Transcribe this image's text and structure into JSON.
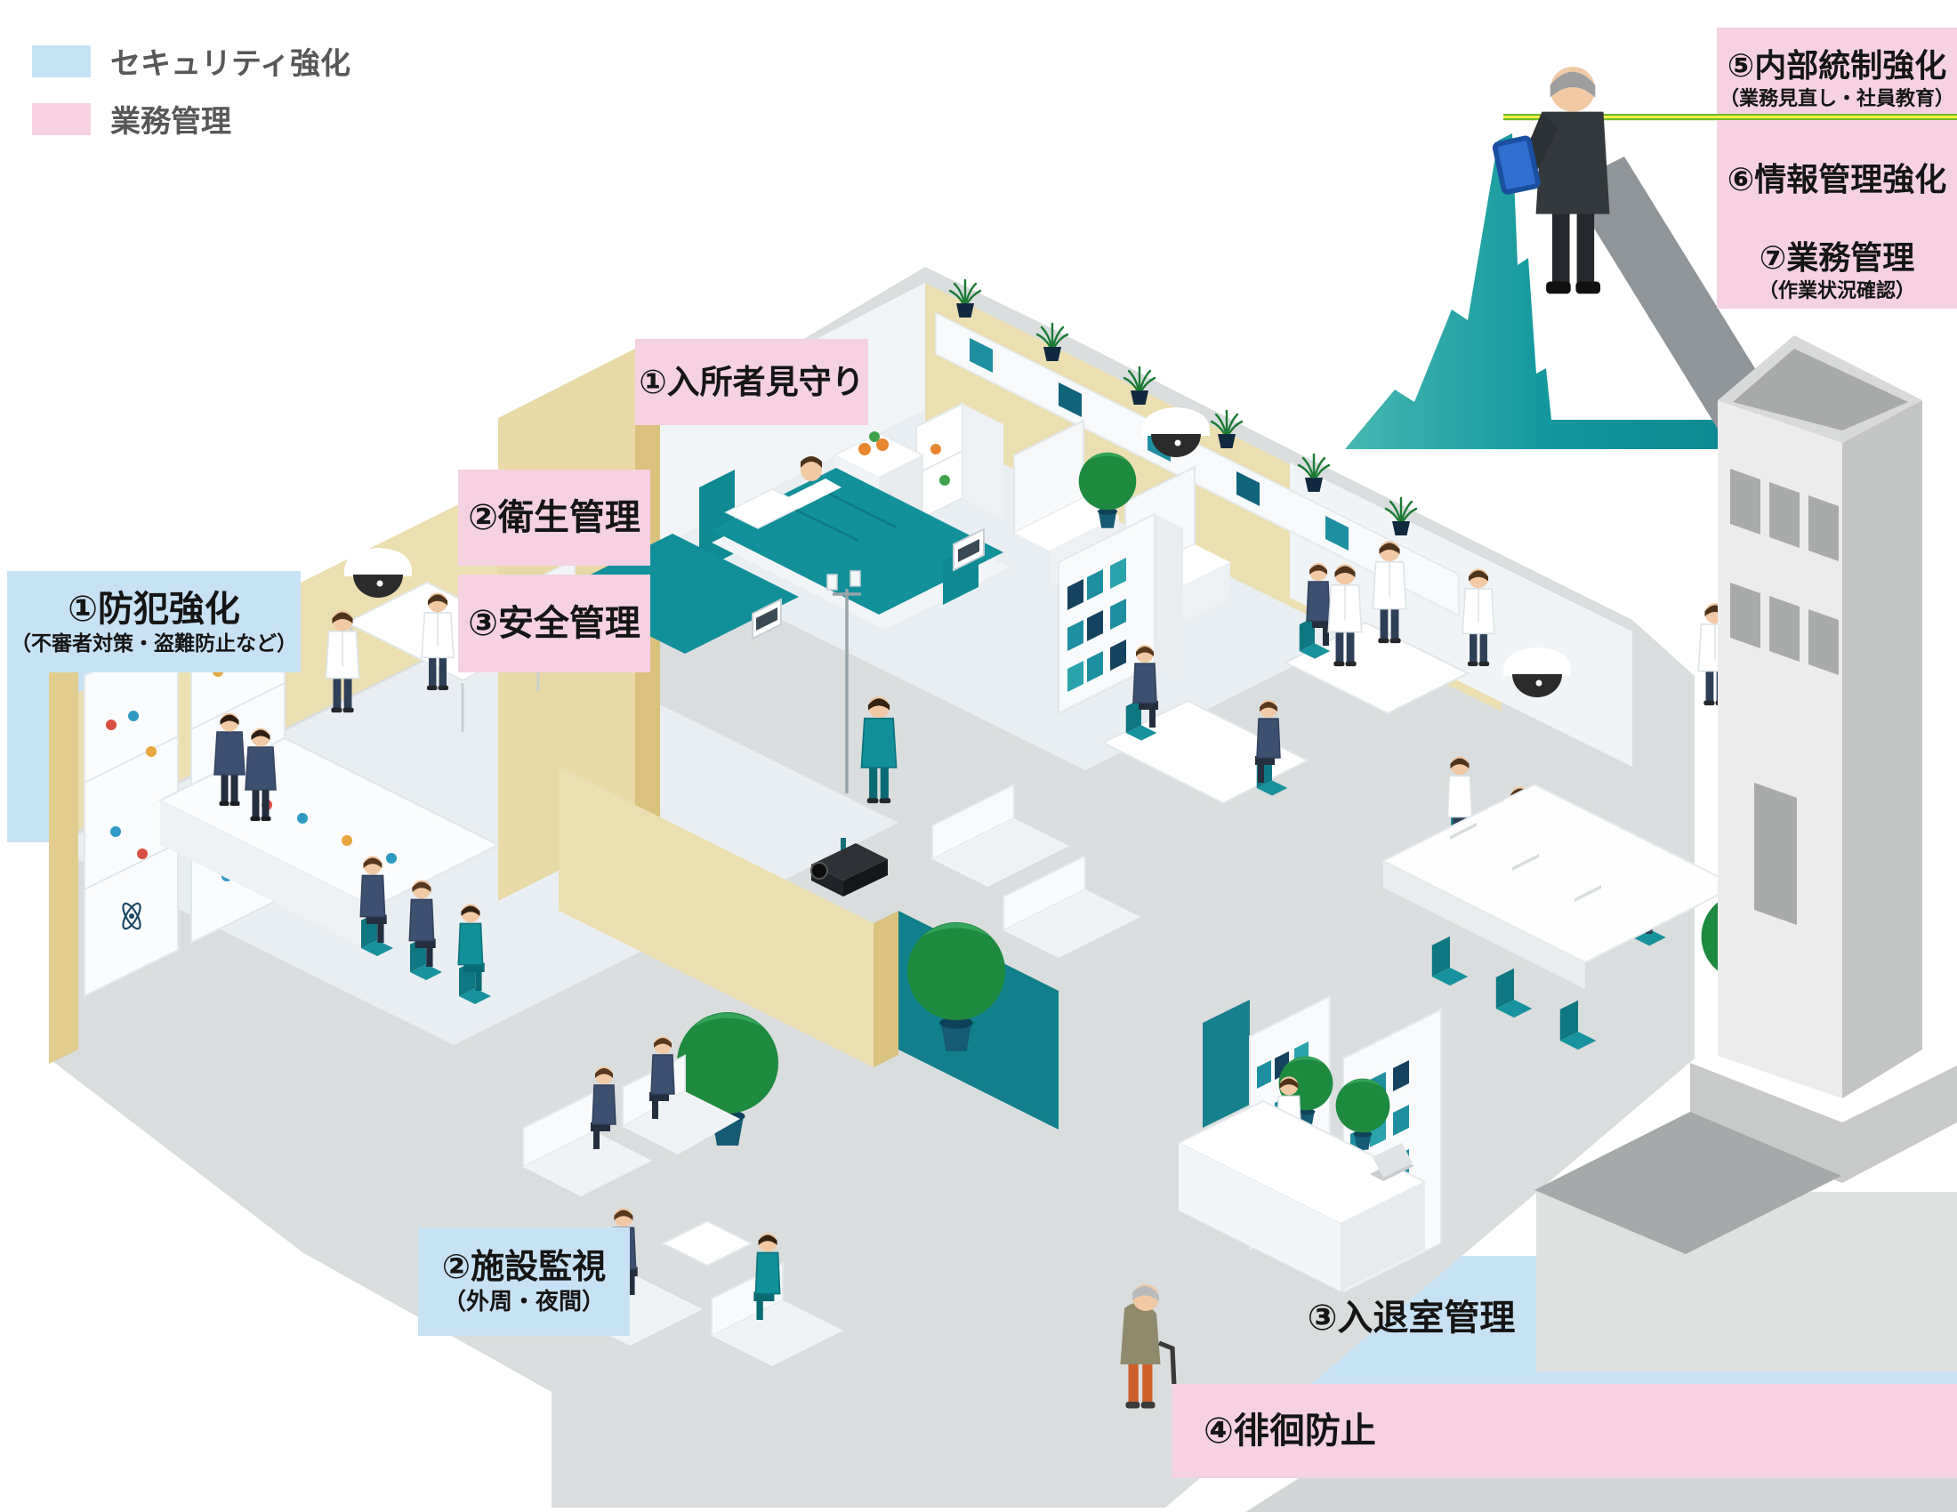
{
  "legend": {
    "items": [
      {
        "id": "security",
        "label": "セキュリティ強化",
        "color": "#C8E2F5"
      },
      {
        "id": "business",
        "label": "業務管理",
        "color": "#F5D1E2"
      }
    ]
  },
  "labels": {
    "resident_watch": {
      "text": "①入所者見守り",
      "category": "business"
    },
    "hygiene": {
      "text": "②衛生管理",
      "category": "business"
    },
    "safety": {
      "text": "③安全管理",
      "category": "business"
    },
    "crime_prevention": {
      "title": "①防犯強化",
      "subtitle": "（不審者対策・盗難防止など）",
      "category": "security"
    },
    "facility_monitoring": {
      "title": "②施設監視",
      "subtitle": "（外周・夜間）",
      "category": "security"
    },
    "entry_exit": {
      "text": "③入退室管理",
      "category": "security"
    },
    "wandering_prevention": {
      "text": "④徘徊防止",
      "category": "business"
    },
    "internal_control": {
      "title": "⑤内部統制強化",
      "subtitle": "（業務見直し・社員教育）",
      "category": "business"
    },
    "info_management": {
      "title": "⑥情報管理強化",
      "category": "business"
    },
    "work_management": {
      "title": "⑦業務管理",
      "subtitle": "（作業状況確認）",
      "category": "business"
    }
  },
  "colors": {
    "security_blue": "#C8E2F5",
    "business_pink": "#F5D1E2",
    "legend_text": "#595757",
    "label_text": "#151515",
    "wall_tan": "#EBDFB2",
    "wall_tan_dark": "#D9C27D",
    "floor_gray": "#D9DDDD",
    "room_floor": "#E9EEF2",
    "teal_primary": "#12909A",
    "teal_dark": "#0C747E",
    "plant_green": "#1E8A40",
    "building_gray": "#ECECEC",
    "separator_green": "#6FBA2C",
    "separator_yellow": "#FFF33F"
  },
  "scene": {
    "items": [
      "dome-camera",
      "box-camera",
      "hospital-bed",
      "patient",
      "nurse",
      "lab-shelves",
      "lab-staff",
      "meeting-table",
      "doctors",
      "reception-desk",
      "receptionist",
      "lounge-sofas",
      "elderly-man-with-cane",
      "potted-trees",
      "wall-plants",
      "office-building",
      "manager-with-tablet",
      "teal-connection-shape"
    ]
  }
}
